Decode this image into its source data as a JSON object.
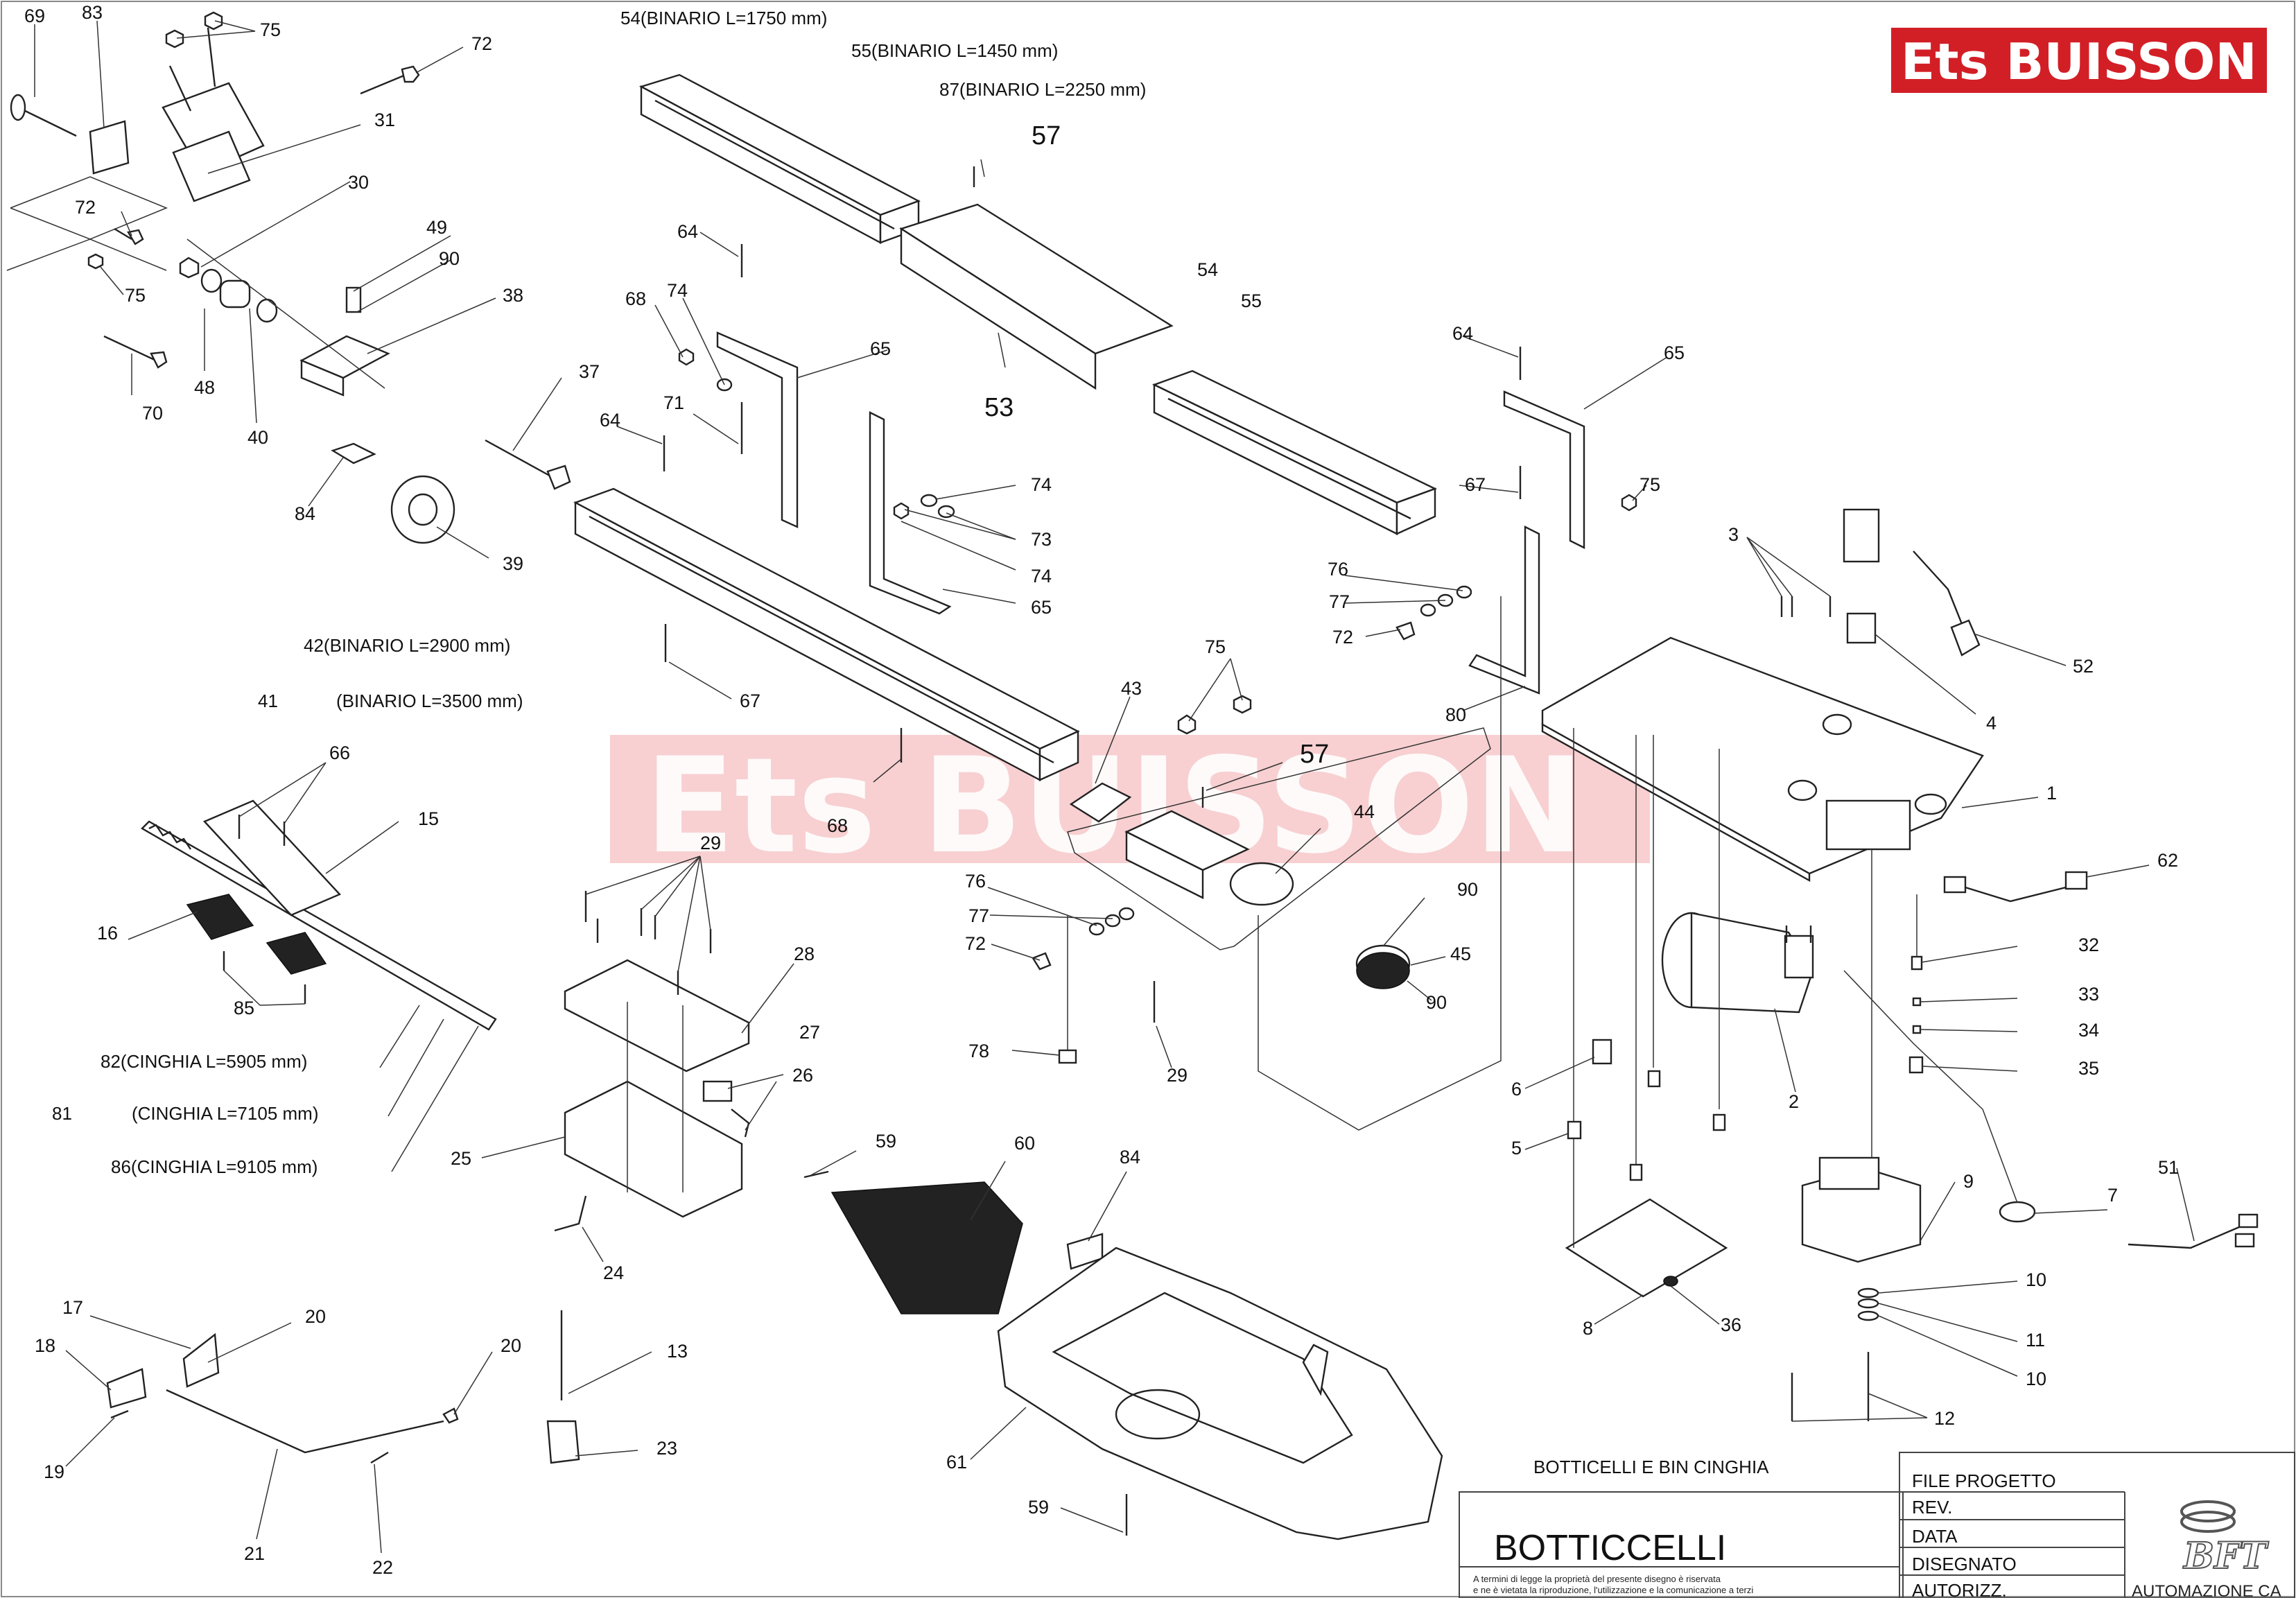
{
  "brand": {
    "logo_text": "Ets BUISSON",
    "watermark_text": "Ets BUISSON",
    "logo_color": "#d21f26",
    "watermark_color": "#f2a9ab"
  },
  "rail_notes": {
    "n54": "54(BINARIO L=1750 mm)",
    "n55": "55(BINARIO L=1450 mm)",
    "n87": "87(BINARIO L=2250 mm)",
    "n42": "42(BINARIO L=2900 mm)",
    "n41_num": "41",
    "n41_text": "(BINARIO L=3500 mm)",
    "n82": "82(CINGHIA L=5905 mm)",
    "n81_num": "81",
    "n81_text": "(CINGHIA L=7105 mm)",
    "n86": "86(CINGHIA L=9105 mm)"
  },
  "callouts": {
    "c69": "69",
    "c83": "83",
    "c75a": "75",
    "c72a": "72",
    "c31": "31",
    "c72b": "72",
    "c30": "30",
    "c75b": "75",
    "c49": "49",
    "c90a": "90",
    "c38": "38",
    "c70": "70",
    "c48": "48",
    "c40": "40",
    "c37": "37",
    "c84a": "84",
    "c39": "39",
    "c57a": "57",
    "c53": "53",
    "c54b": "54",
    "c55b": "55",
    "c64a": "64",
    "c68a": "68",
    "c74a": "74",
    "c65a": "65",
    "c71": "71",
    "c64b": "64",
    "c74b": "74",
    "c73": "73",
    "c74c": "74",
    "c65b": "65",
    "c67a": "67",
    "c68b": "68",
    "c64c": "64",
    "c65c": "65",
    "c67b": "67",
    "c75c": "75",
    "c76a": "76",
    "c77a": "77",
    "c72c": "72",
    "c80": "80",
    "c3": "3",
    "c52": "52",
    "c4": "4",
    "c1": "1",
    "c62": "62",
    "c43": "43",
    "c75d": "75",
    "c57b": "57",
    "c44": "44",
    "c90b": "90",
    "c45": "45",
    "c90c": "90",
    "c76b": "76",
    "c77b": "77",
    "c72d": "72",
    "c78": "78",
    "c29a": "29",
    "c66": "66",
    "c15": "15",
    "c16": "16",
    "c85": "85",
    "c29b": "29",
    "c28": "28",
    "c27": "27",
    "c26": "26",
    "c25": "25",
    "c24": "24",
    "c59a": "59",
    "c60": "60",
    "c84b": "84",
    "c61": "61",
    "c59b": "59",
    "c17": "17",
    "c20a": "20",
    "c18": "18",
    "c19": "19",
    "c21": "21",
    "c22": "22",
    "c20b": "20",
    "c13": "13",
    "c23": "23",
    "c32": "32",
    "c33": "33",
    "c34": "34",
    "c35": "35",
    "c2": "2",
    "c6": "6",
    "c5": "5",
    "c9": "9",
    "c7": "7",
    "c51": "51",
    "c8": "8",
    "c36": "36",
    "c10a": "10",
    "c11": "11",
    "c10b": "10",
    "c12": "12"
  },
  "title_block": {
    "caption": "BOTTICELLI E BIN CINGHIA",
    "file_label": "FILE PROGETTO",
    "rev_label": "REV.",
    "date_label": "DATA",
    "drawn_label": "DISEGNATO",
    "auth_label": "AUTORIZZ.",
    "product": "BOTTICCELLI",
    "legal_1": "A termini di legge la proprietà del presente disegno è riservata",
    "legal_2": "e ne è vietata la riproduzione, l'utilizzazione e la comunicazione a terzi",
    "company": "AUTOMAZIONE CA",
    "logo_mark": "BFT"
  }
}
